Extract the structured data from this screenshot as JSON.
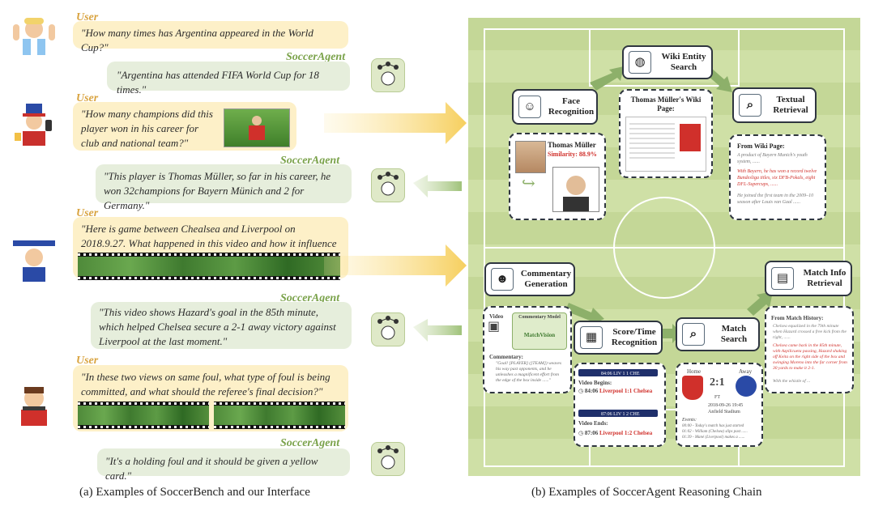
{
  "left": {
    "exchanges": [
      {
        "user_name": "User",
        "user_text": "\"How many times has Argentina appeared in the World Cup?\"",
        "agent_name": "SoccerAgent",
        "agent_text": "\"Argentina has attended FIFA World Cup for 18 times.\""
      },
      {
        "user_name": "User",
        "user_text": "\"How many champions did this player won in his career for club and national team?\"",
        "agent_name": "SoccerAgent",
        "agent_text": "\"This player is Thomas Müller, so far in his career, he won 32champions for Bayern Münich and 2 for Germany.\""
      },
      {
        "user_name": "User",
        "user_text": "\"Here is game between Chealsea and Liverpool on 2018.9.27. What happened in this video and how it influence the game?\"",
        "agent_name": "SoccerAgent",
        "agent_text": "\"This video shows Hazard's goal in the 85th minute, which helped Chelsea secure a 2-1 away victory against Liverpool at the last moment.\""
      },
      {
        "user_name": "User",
        "user_text": "\"In these two views on same foul, what type of foul is being committed, and what should the referee's final decision?\"",
        "agent_name": "SoccerAgent",
        "agent_text": "\"It's a holding foul and it should be given a yellow card.\""
      }
    ],
    "caption": "(a) Examples of SoccerBench and our Interface"
  },
  "right": {
    "caption": "(b) Examples of SoccerAgent Reasoning Chain",
    "nodes": {
      "face": "Face Recognition",
      "wiki": "Wiki Entity Search",
      "textual": "Textual Retrieval",
      "commentary": "Commentary Generation",
      "score": "Score/Time Recognition",
      "match": "Match Search",
      "matchinfo": "Match Info Retrieval"
    },
    "face_box": {
      "name": "Thomas Müller",
      "similarity": "Similarity: 88.9%"
    },
    "wiki_box": {
      "title": "Thomas Müller's Wiki Page:"
    },
    "text_box": {
      "title": "From Wiki Page:",
      "line1": "A product of Bayern Munich's youth system, ......",
      "line2": "With Bayern, he has won a record twelve Bundesliga titles, six DFB-Pokals, eight DFL-Supercups, ......",
      "line3": "He joined the first team in the 2009–10 season after Louis van Gaal ......"
    },
    "comm_box": {
      "video": "Video",
      "model": "Commentary Model",
      "model_name": "MatchVision",
      "label": "Commentary:",
      "text": "\"Goal! [PLAYER] ([TEAM]) weaves his way past opponents, and he unleashes a magnificent effort from the edge of the box inside ......\""
    },
    "score_box": {
      "begin_label": "Video Begins:",
      "begin_time": "84:06",
      "begin_score": "Liverpool 1:1 Chelsea",
      "end_label": "Video Ends:",
      "end_time": "87:06",
      "end_score": "Liverpool 1:2 Chelsea",
      "bar1": "84:06 LIV 1 1 CHE",
      "bar2": "87:06 LIV 1 2 CHE"
    },
    "match_box": {
      "home": "Home",
      "away": "Away",
      "score": "2:1",
      "ft": "FT",
      "date": "2018-09-26 19:45",
      "venue": "Anfield Stadium",
      "events": "Events:",
      "e1": "00:00 - Today's match has just started",
      "e2": "01:02 - William (Chelsea) slips past ......",
      "e3": "01:39 - Mané (Liverpool) makes a ......"
    },
    "info_box": {
      "title": "From Match History:",
      "l1": "Chelsea equalized in the 79th minute when Hazard crossed a free kick from the right, ......",
      "l2": "Chelsea came back in the 85th minute, with Azpilicueta passing, Hazard shaking off Keita on the right side of the box and swinging Moreno into the far corner from 30 yards to make it 2-1.",
      "l3": "With the whistle of ..."
    }
  }
}
